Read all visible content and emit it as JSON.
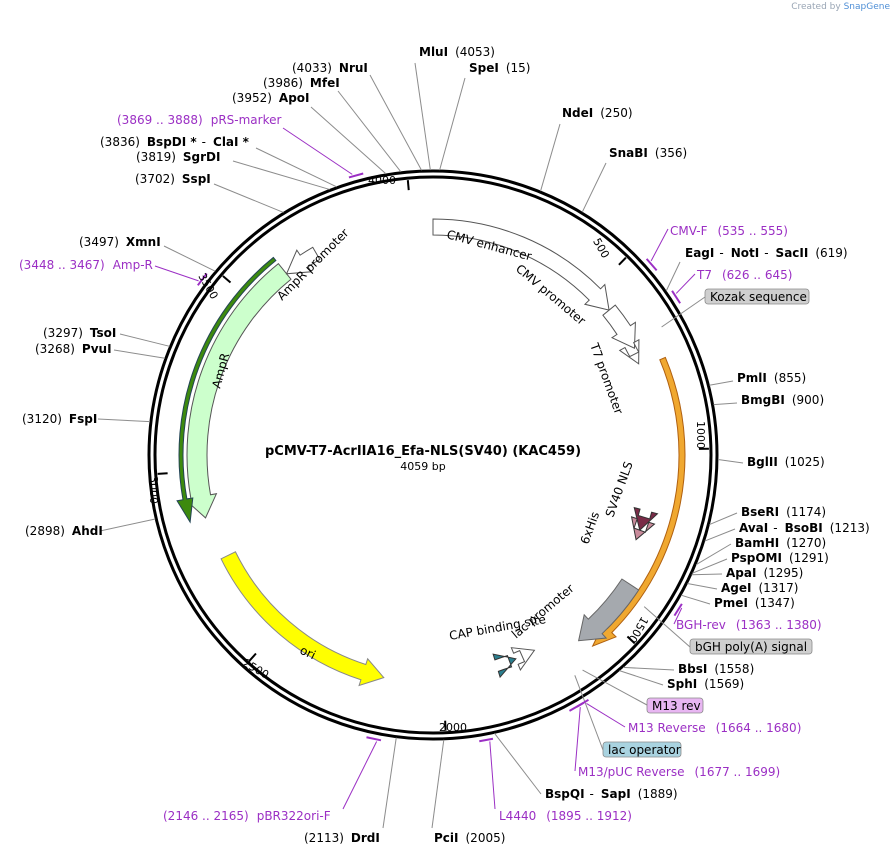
{
  "branding": {
    "prefix": "Created by",
    "name": "SnapGene"
  },
  "plasmid": {
    "name": "pCMV-T7-AcrIIA16_Efa-NLS(SV40) (KAC459)",
    "size": "4059 bp"
  },
  "ticks": [
    "500",
    "1000",
    "1500",
    "2000",
    "2500",
    "3000",
    "3500",
    "4000"
  ],
  "sites": [
    {
      "name": "MluI",
      "pos": "(4053)"
    },
    {
      "name": "SpeI",
      "pos": "(15)"
    },
    {
      "name": "NdeI",
      "pos": "(250)"
    },
    {
      "name": "SnaBI",
      "pos": "(356)"
    },
    {
      "name": "EagI",
      "name2": "NotI",
      "name3": "SacII",
      "pos": "(619)"
    },
    {
      "name": "PmlI",
      "pos": "(855)"
    },
    {
      "name": "BmgBI",
      "pos": "(900)"
    },
    {
      "name": "BglII",
      "pos": "(1025)"
    },
    {
      "name": "BseRI",
      "pos": "(1174)"
    },
    {
      "name": "AvaI",
      "name2": "BsoBI",
      "pos": "(1213)"
    },
    {
      "name": "BamHI",
      "pos": "(1270)"
    },
    {
      "name": "PspOMI",
      "pos": "(1291)"
    },
    {
      "name": "ApaI",
      "pos": "(1295)"
    },
    {
      "name": "AgeI",
      "pos": "(1317)"
    },
    {
      "name": "PmeI",
      "pos": "(1347)"
    },
    {
      "name": "BbsI",
      "pos": "(1558)"
    },
    {
      "name": "SphI",
      "pos": "(1569)"
    },
    {
      "name": "BspQI",
      "name2": "SapI",
      "pos": "(1889)"
    },
    {
      "name": "PciI",
      "pos": "(2005)"
    },
    {
      "name": "DrdI",
      "pos": "(2113)"
    },
    {
      "name": "AhdI",
      "pos": "(2898)"
    },
    {
      "name": "FspI",
      "pos": "(3120)"
    },
    {
      "name": "PvuI",
      "pos": "(3268)"
    },
    {
      "name": "TsoI",
      "pos": "(3297)"
    },
    {
      "name": "XmnI",
      "pos": "(3497)"
    },
    {
      "name": "SspI",
      "pos": "(3702)"
    },
    {
      "name": "SgrDI",
      "pos": "(3819)"
    },
    {
      "name": "BspDI *",
      "name2": "ClaI *",
      "pos": "(3836)"
    },
    {
      "name": "ApoI",
      "pos": "(3952)"
    },
    {
      "name": "MfeI",
      "pos": "(3986)"
    },
    {
      "name": "NruI",
      "pos": "(4033)"
    }
  ],
  "primers": [
    {
      "name": "CMV-F",
      "range": "(535 .. 555)"
    },
    {
      "name": "T7",
      "range": "(626 .. 645)"
    },
    {
      "name": "BGH-rev",
      "range": "(1363 .. 1380)"
    },
    {
      "name": "M13 Reverse",
      "range": "(1664 .. 1680)"
    },
    {
      "name": "M13/pUC Reverse",
      "range": "(1677 .. 1699)"
    },
    {
      "name": "L4440",
      "range": "(1895 .. 1912)"
    },
    {
      "name": "pBR322ori-F",
      "range": "(2146 .. 2165)"
    },
    {
      "name": "Amp-R",
      "range": "(3448 .. 3467)"
    },
    {
      "name": "pRS-marker",
      "range": "(3869 .. 3888)"
    }
  ],
  "boxes": [
    {
      "name": "Kozak sequence",
      "fill": "#cfcfcf"
    },
    {
      "name": "bGH poly(A) signal",
      "fill": "#cfcfcf"
    },
    {
      "name": "M13 rev",
      "fill": "#e8b6f2"
    },
    {
      "name": "lac operator",
      "fill": "#a9d3e0"
    }
  ],
  "features": [
    {
      "name": "CMV enhancer",
      "color": "#ffffff"
    },
    {
      "name": "CMV promoter",
      "color": "#ffffff"
    },
    {
      "name": "T7 promoter",
      "color": "#ffffff"
    },
    {
      "name": "SV40 NLS",
      "color": "#7a2b47"
    },
    {
      "name": "6xHis",
      "color": "#c98b9b"
    },
    {
      "name": "lac promoter",
      "color": "#ffffff"
    },
    {
      "name": "CAP binding site",
      "color": "#2b7f8f"
    },
    {
      "name": "ori",
      "color": "#ffff00"
    },
    {
      "name": "AmpR",
      "color": "#ccffcc"
    },
    {
      "name": "AmpR promoter",
      "color": "#ffffff"
    }
  ],
  "colors": {
    "backbone": "#000000",
    "primer": "#9b2fc4",
    "orf_insert": "#f0a830",
    "ampr_orf": "#3d8a0e",
    "gray_feature": "#a5a9ae"
  }
}
